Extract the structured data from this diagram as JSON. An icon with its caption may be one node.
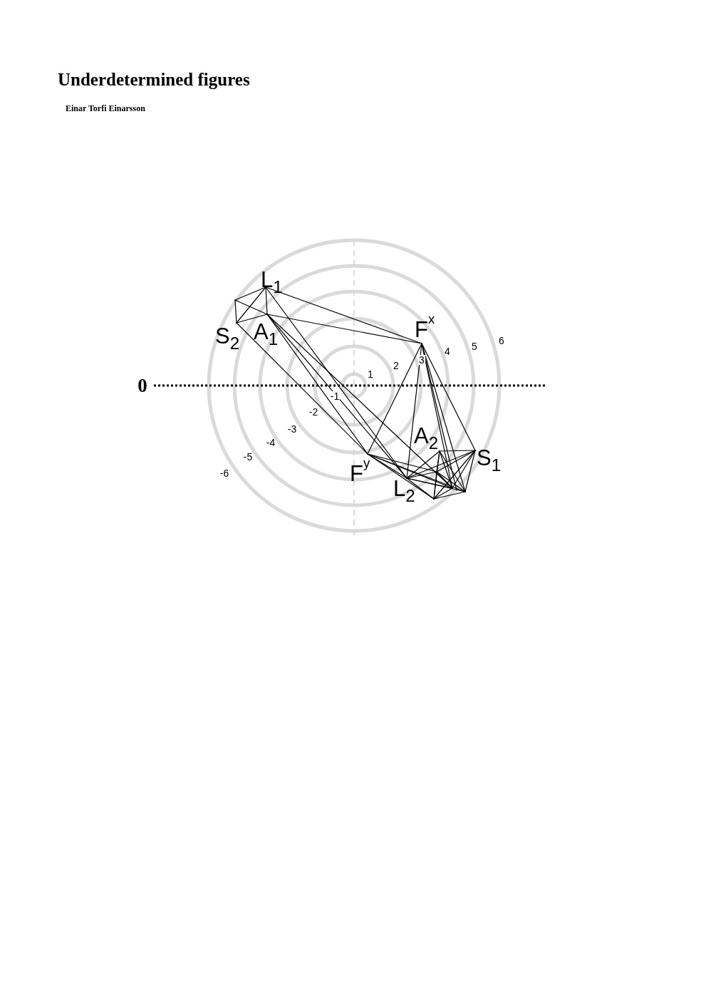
{
  "diagram": {
    "title": "Underdetermined figures",
    "labels": [
      "Einar Torfi Einarsson",
      "L$_{1}$",
      "S$_{2}$",
      "A$_{1}$",
      "F$^{x}$",
      "6",
      "5",
      "4",
      "3",
      "2",
      "1",
      "0",
      "-1",
      "-2",
      "-3",
      "A$_{2}$",
      "-4",
      "S$_{1}$",
      "-5",
      "F$^{y}$",
      "-6",
      "L$_{2}$"
    ]
  }
}
